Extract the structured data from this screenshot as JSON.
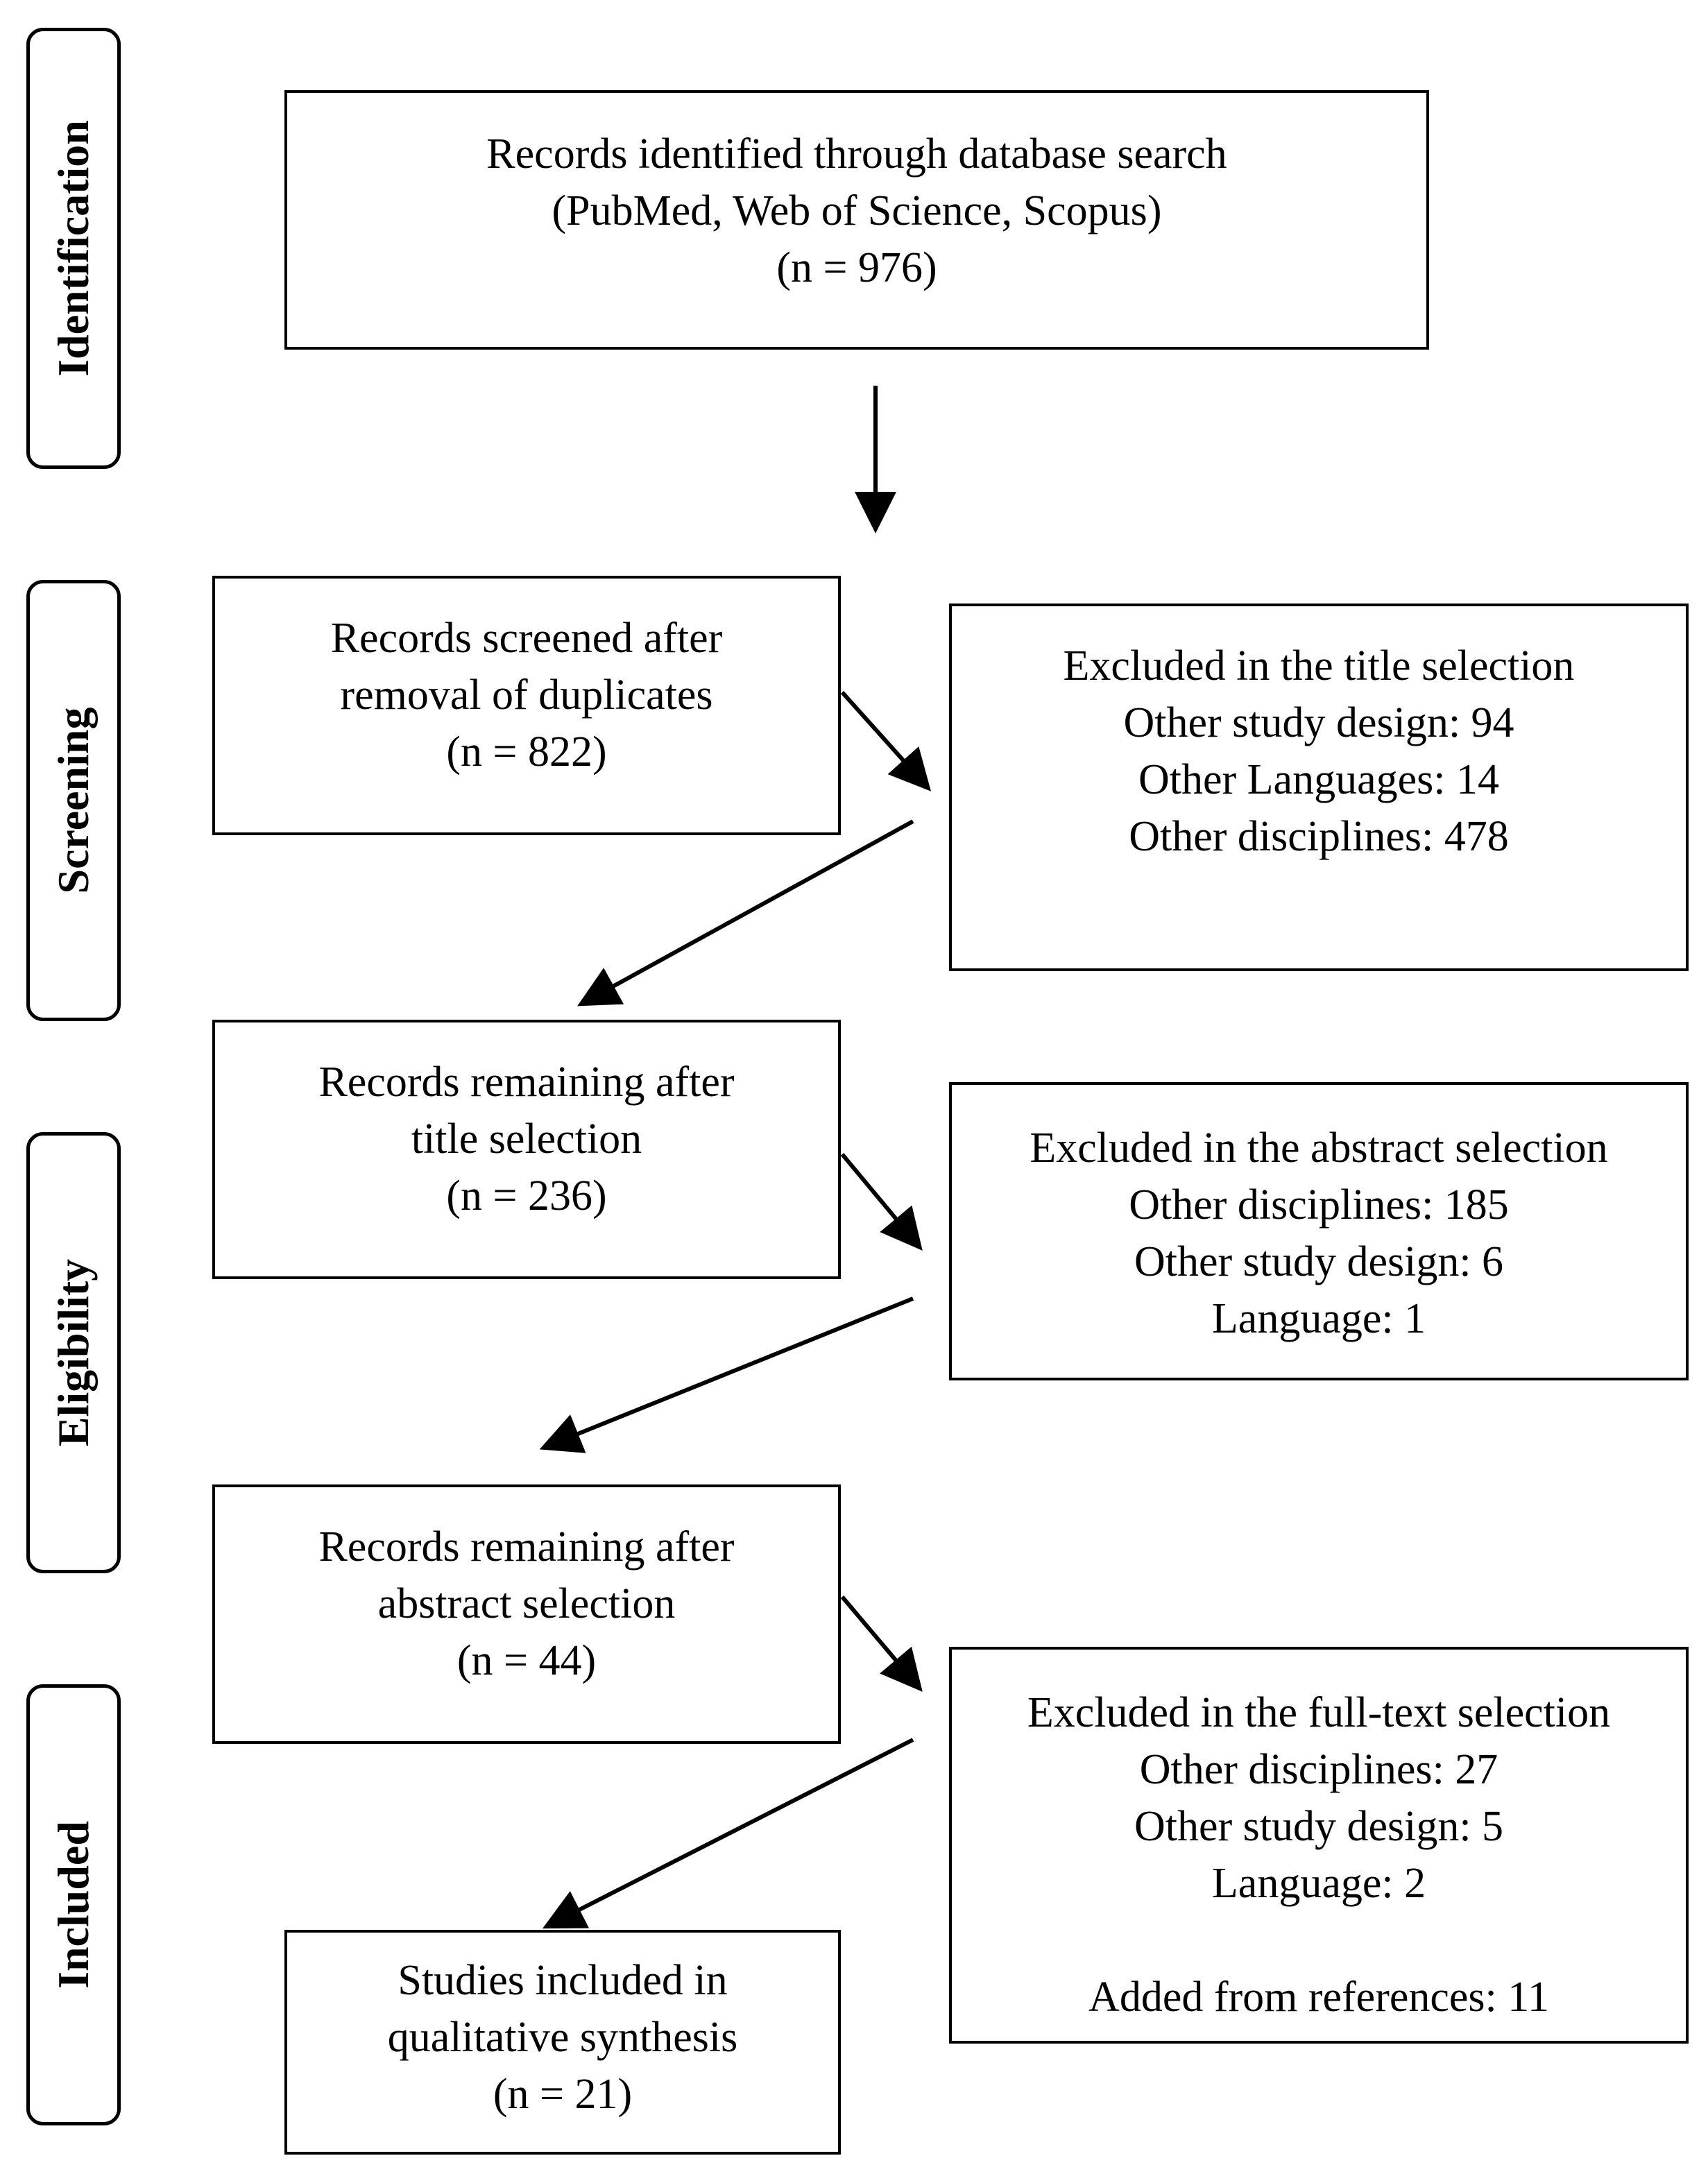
{
  "phases": {
    "identification": "Identification",
    "screening": "Screening",
    "eligibility": "Eligibility",
    "included": "Included"
  },
  "boxes": {
    "identified": {
      "line1": "Records identified through database search",
      "line2": "(PubMed, Web of Science, Scopus)",
      "line3": "(n = 976)"
    },
    "screened": {
      "line1": "Records screened after",
      "line2": "removal of duplicates",
      "line3": "(n = 822)"
    },
    "excluded_title": {
      "line1": "Excluded in the title selection",
      "line2": "Other study design: 94",
      "line3": "Other Languages: 14",
      "line4": "Other disciplines: 478"
    },
    "after_title": {
      "line1": "Records remaining after",
      "line2": "title selection",
      "line3": "(n = 236)"
    },
    "excluded_abstract": {
      "line1": "Excluded in the abstract selection",
      "line2": "Other disciplines: 185",
      "line3": "Other study design: 6",
      "line4": "Language: 1"
    },
    "after_abstract": {
      "line1": "Records remaining after",
      "line2": "abstract selection",
      "line3": "(n = 44)"
    },
    "excluded_fulltext": {
      "line1": "Excluded in the full-text selection",
      "line2": "Other disciplines: 27",
      "line3": "Other study design: 5",
      "line4": "Language: 2",
      "line5": "Added from references: 11"
    },
    "included": {
      "line1": "Studies included in",
      "line2": "qualitative synthesis",
      "line3": "(n = 21)"
    }
  }
}
